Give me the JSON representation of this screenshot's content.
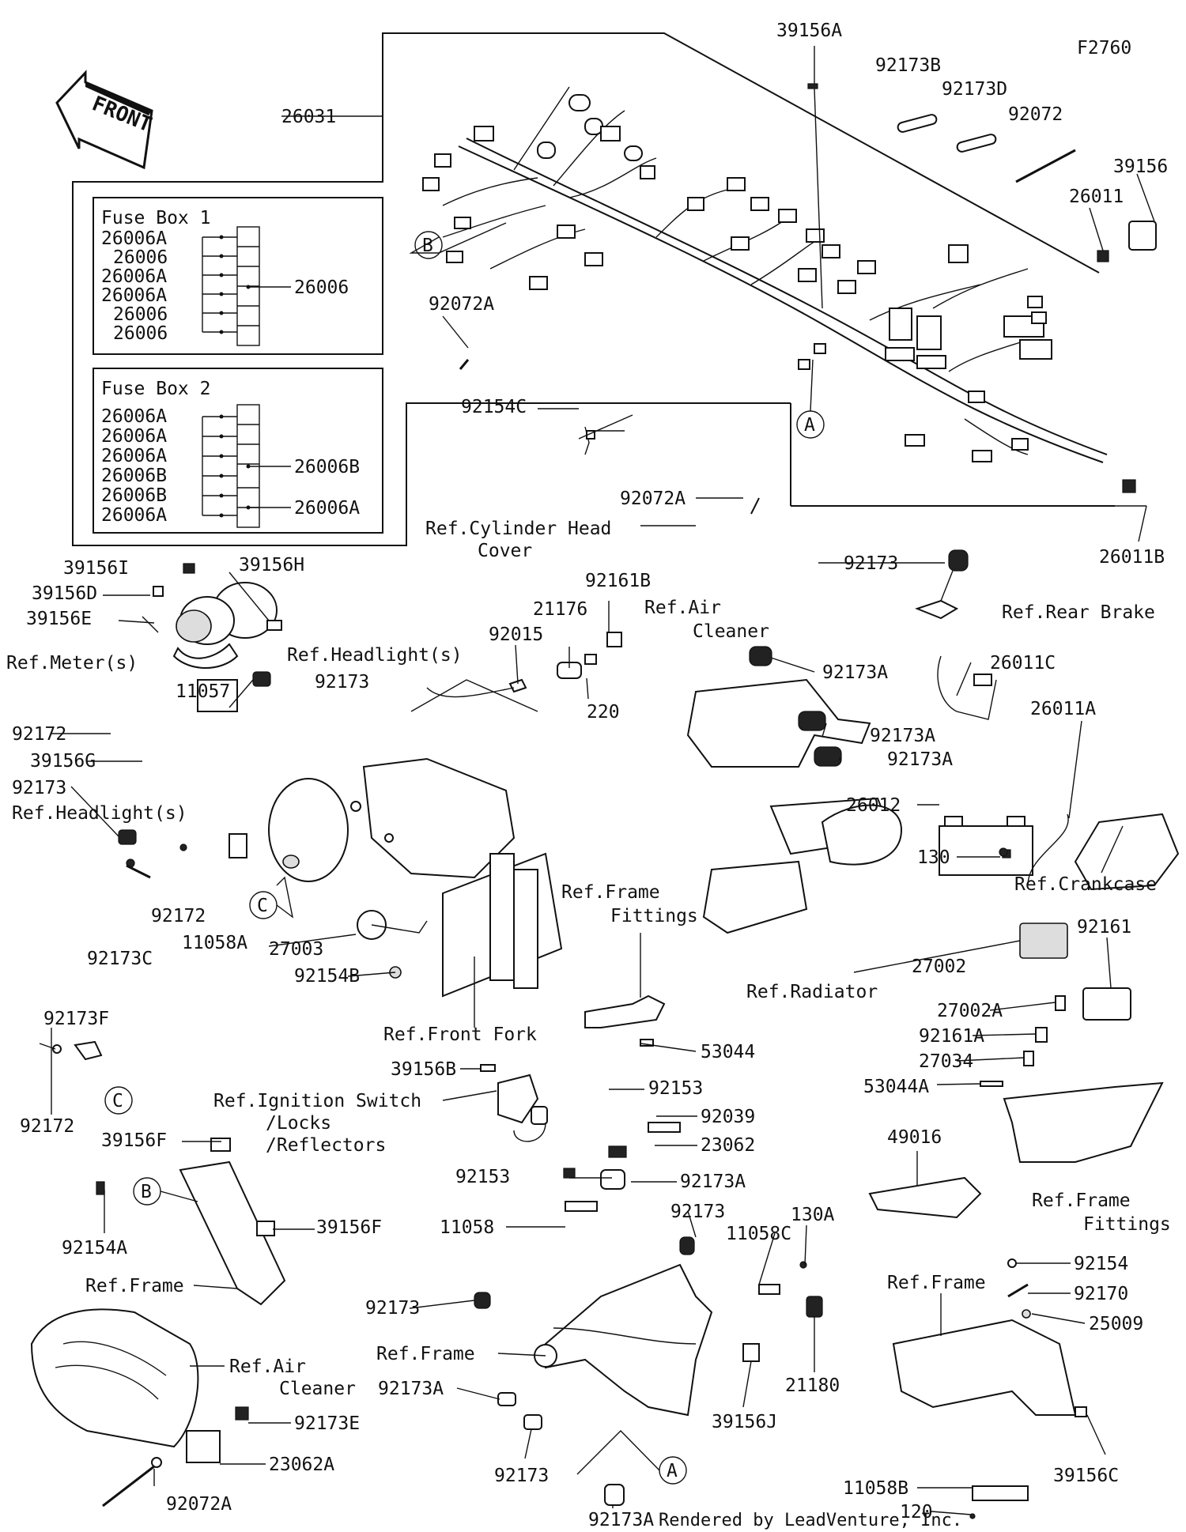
{
  "diagram_code": "F2760",
  "footer": "Rendered by LeadVenture, Inc.",
  "front_arrow": "FRONT",
  "fuse_box_1": {
    "title": "Fuse Box 1",
    "rows": [
      "26006A",
      "26006",
      "26006A",
      "26006A",
      "26006",
      "26006"
    ],
    "group_label": "26006"
  },
  "fuse_box_2": {
    "title": "Fuse Box 2",
    "rows": [
      "26006A",
      "26006A",
      "26006A",
      "26006B",
      "26006B",
      "26006A"
    ],
    "group_labels": [
      "26006B",
      "26006A"
    ]
  },
  "callouts": [
    "A",
    "B",
    "C"
  ],
  "labels": {
    "l_39156A": "39156A",
    "l_92173B": "92173B",
    "l_92173D": "92173D",
    "l_92072": "92072",
    "l_39156": "39156",
    "l_26011": "26011",
    "l_26031": "26031",
    "l_92072A_top": "92072A",
    "l_92154C": "92154C",
    "l_92072A_mid": "92072A",
    "l_ref_cyl_head": "Ref.Cylinder Head",
    "l_cover": "Cover",
    "l_26011B": "26011B",
    "l_92173_rb": "92173",
    "l_ref_rear_brake": "Ref.Rear Brake",
    "l_39156I": "39156I",
    "l_39156H": "39156H",
    "l_39156D": "39156D",
    "l_39156E": "39156E",
    "l_ref_meter": "Ref.Meter(s)",
    "l_92161B": "92161B",
    "l_21176": "21176",
    "l_92015": "92015",
    "l_220": "220",
    "l_ref_air_cleaner_top": "Ref.Air",
    "l_cleaner_top": "Cleaner",
    "l_ref_headlight_top": "Ref.Headlight(s)",
    "l_92173_hl": "92173",
    "l_11057": "11057",
    "l_92172_a": "92172",
    "l_39156G": "39156G",
    "l_92173_b": "92173",
    "l_ref_headlight_left": "Ref.Headlight(s)",
    "l_92173A_1": "92173A",
    "l_26011C": "26011C",
    "l_92173A_2": "92173A",
    "l_92173A_3": "92173A",
    "l_26011A": "26011A",
    "l_26012": "26012",
    "l_130": "130",
    "l_ref_crankcase": "Ref.Crankcase",
    "l_92172_b": "92172",
    "l_11058A": "11058A",
    "l_92173C": "92173C",
    "l_27003": "27003",
    "l_92154B": "92154B",
    "l_ref_front_fork": "Ref.Front Fork",
    "l_ref_frame_fittings_1": "Ref.Frame",
    "l_fittings_1": "Fittings",
    "l_53044": "53044",
    "l_ref_radiator": "Ref.Radiator",
    "l_92161": "92161",
    "l_27002": "27002",
    "l_27002A": "27002A",
    "l_92161A": "92161A",
    "l_27034": "27034",
    "l_53044A": "53044A",
    "l_92173F": "92173F",
    "l_92172_c": "92172",
    "l_39156B": "39156B",
    "l_ref_ignition": "Ref.Ignition Switch",
    "l_locks": "/Locks",
    "l_reflectors": "/Reflectors",
    "l_92153_a": "92153",
    "l_92039": "92039",
    "l_23062": "23062",
    "l_49016": "49016",
    "l_39156F_a": "39156F",
    "l_92154A": "92154A",
    "l_39156F_b": "39156F",
    "l_ref_frame_left": "Ref.Frame",
    "l_92153_b": "92153",
    "l_92173A_c": "92173A",
    "l_11058": "11058",
    "l_92173_c": "92173",
    "l_11058C": "11058C",
    "l_130A": "130A",
    "l_ref_frame_fittings_2": "Ref.Frame",
    "l_fittings_2": "Fittings",
    "l_92154": "92154",
    "l_92170": "92170",
    "l_ref_frame_right": "Ref.Frame",
    "l_25009": "25009",
    "l_ref_air_cleaner_bottom": "Ref.Air",
    "l_cleaner_bottom": "Cleaner",
    "l_92173_d": "92173",
    "l_ref_frame_center": "Ref.Frame",
    "l_21180": "21180",
    "l_92173A_d": "92173A",
    "l_39156J": "39156J",
    "l_92173E": "92173E",
    "l_23062A": "23062A",
    "l_92173_e": "92173",
    "l_92173A_e": "92173A",
    "l_11058B": "11058B",
    "l_39156C": "39156C",
    "l_120": "120",
    "l_92072A_bottom": "92072A"
  }
}
